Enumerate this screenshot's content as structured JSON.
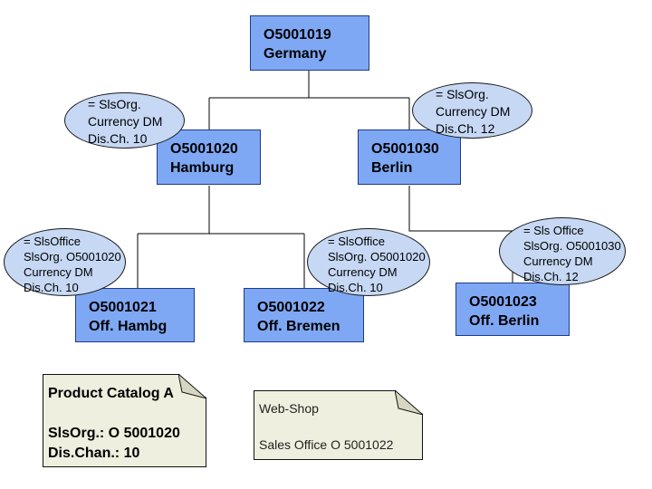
{
  "org_nodes": {
    "germany": {
      "code": "O5001019",
      "name": "Germany"
    },
    "hamburg": {
      "code": "O5001020",
      "name": "Hamburg"
    },
    "berlin": {
      "code": "O5001030",
      "name": "Berlin"
    },
    "off_hamburg": {
      "code": "O5001021",
      "name": "Off. Hambg"
    },
    "off_bremen": {
      "code": "O5001022",
      "name": "Off. Bremen"
    },
    "off_berlin": {
      "code": "O5001023",
      "name": "Off. Berlin"
    }
  },
  "assignments": {
    "hamburg": [
      "= SlsOrg.",
      "Currency DM",
      "Dis.Ch. 10"
    ],
    "berlin": [
      "= SlsOrg.",
      "Currency DM",
      "Dis.Ch. 12"
    ],
    "off_hamburg": [
      "= SlsOffice",
      "SlsOrg. O5001020",
      "Currency DM",
      "Dis.Ch. 10"
    ],
    "off_bremen": [
      "= SlsOffice",
      "SlsOrg. O5001020",
      "Currency DM",
      "Dis.Ch. 10"
    ],
    "off_berlin": [
      "= Sls Office",
      "SlsOrg. O5001030",
      "Currency DM",
      "Dis.Ch. 12"
    ]
  },
  "notes": {
    "product_catalog": [
      "Product Catalog A",
      "",
      "SlsOrg.: O 5001020",
      "Dis.Chan.: 10"
    ],
    "web_shop": [
      "Web-Shop",
      "",
      "Sales Office O 5001022"
    ]
  },
  "colors": {
    "node_fill": "#7fa8f4",
    "ellipse_fill": "#c6d8f4",
    "note_fill": "#efefdf",
    "line": "#000000"
  }
}
